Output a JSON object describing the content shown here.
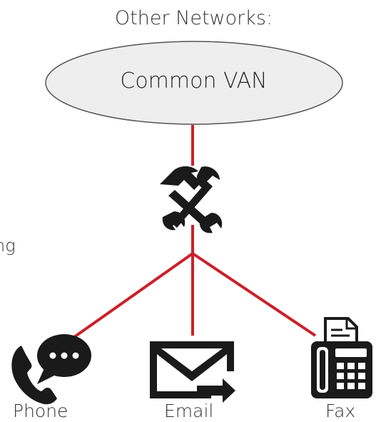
{
  "title": "Other Networks:",
  "network": {
    "label": "Common VAN"
  },
  "side_text": "ng",
  "endpoints": {
    "phone": {
      "label": "Phone",
      "icon": "phone-chat-icon"
    },
    "email": {
      "label": "Email",
      "icon": "envelope-send-icon"
    },
    "fax": {
      "label": "Fax",
      "icon": "fax-machine-icon"
    }
  },
  "hub": {
    "icon": "hammer-wrench-icon"
  },
  "colors": {
    "connector": "#cc1f2a",
    "icon": "#1a1a1a",
    "outline": "#555555"
  }
}
